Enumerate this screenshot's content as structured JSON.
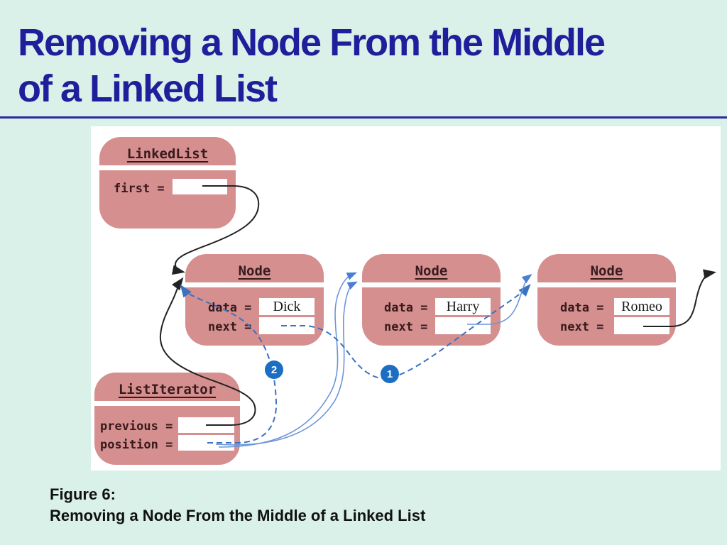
{
  "slide": {
    "title_line1": "Removing a Node From the Middle",
    "title_line2": "of a Linked List",
    "caption_line1": "Figure 6:",
    "caption_line2": "Removing a Node From the Middle of a Linked List"
  },
  "colors": {
    "background": "#d9f1e9",
    "title_text": "#1f1f9c",
    "rule": "#2929a3",
    "box_fill": "#d58f8f",
    "box_text": "#381a1d",
    "black_arrow": "#222222",
    "blue_solid_arrow": "#6b95d8",
    "blue_dashed_arrow": "#3a72c2",
    "badge_fill": "#1b6ec2"
  },
  "diagram": {
    "linked_list": {
      "class_name": "LinkedList",
      "fields": [
        {
          "label": "first =",
          "value": ""
        }
      ]
    },
    "nodes": [
      {
        "class_name": "Node",
        "fields": [
          {
            "label": "data =",
            "value": "Dick"
          },
          {
            "label": "next =",
            "value": ""
          }
        ]
      },
      {
        "class_name": "Node",
        "fields": [
          {
            "label": "data =",
            "value": "Harry"
          },
          {
            "label": "next =",
            "value": ""
          }
        ]
      },
      {
        "class_name": "Node",
        "fields": [
          {
            "label": "data =",
            "value": "Romeo"
          },
          {
            "label": "next =",
            "value": ""
          }
        ]
      }
    ],
    "list_iterator": {
      "class_name": "ListIterator",
      "fields": [
        {
          "label": "previous =",
          "value": ""
        },
        {
          "label": "position =",
          "value": ""
        }
      ]
    },
    "badges": [
      {
        "label": "2"
      },
      {
        "label": "1"
      }
    ]
  }
}
